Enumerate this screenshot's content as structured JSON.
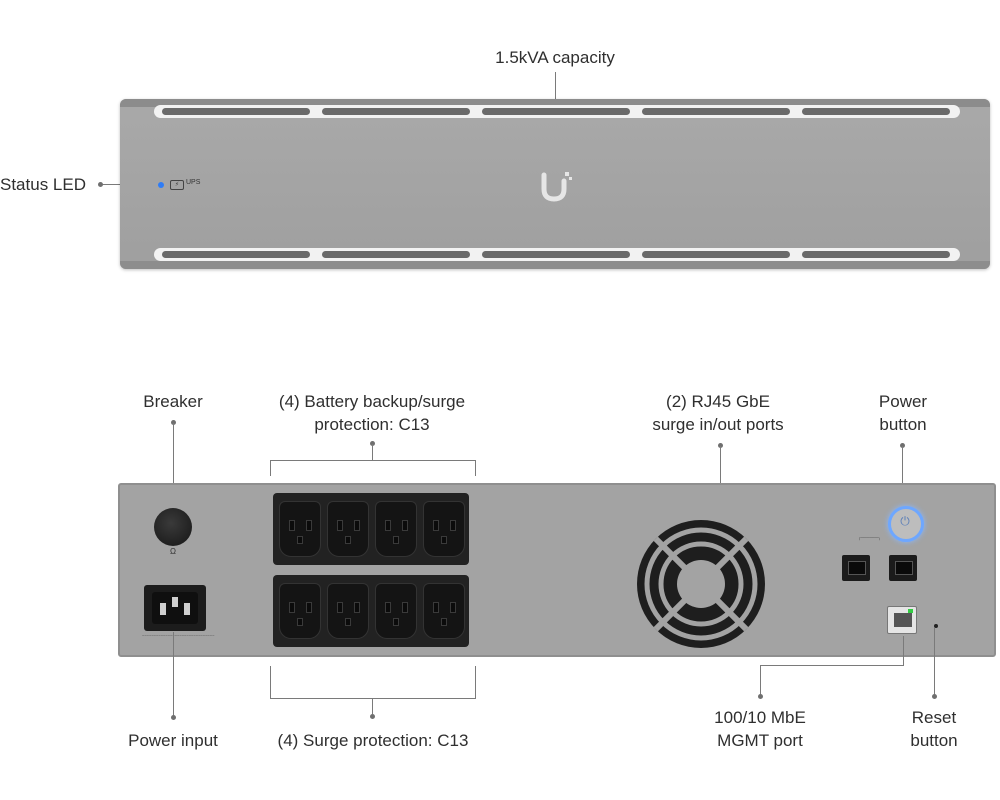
{
  "labels": {
    "capacity": "1.5kVA capacity",
    "status_led": "Status LED",
    "breaker": "Breaker",
    "battery_backup_line1": "(4) Battery backup/surge",
    "battery_backup_line2": "protection: C13",
    "rj45_line1": "(2) RJ45 GbE",
    "rj45_line2": "surge in/out ports",
    "power_button_line1": "Power",
    "power_button_line2": "button",
    "power_input": "Power input",
    "surge_protection": "(4) Surge protection: C13",
    "mgmt_line1": "100/10 MbE",
    "mgmt_line2": "MGMT port",
    "reset_line1": "Reset",
    "reset_line2": "button"
  },
  "front_panel": {
    "ups_text": "UPS"
  },
  "colors": {
    "status_led": "#2e7cf6",
    "power_ring": "#6ea7ff",
    "chassis": "#a3a3a3"
  },
  "icons": [
    "ubiquiti-logo-icon",
    "battery-icon",
    "power-icon",
    "fan-icon"
  ]
}
